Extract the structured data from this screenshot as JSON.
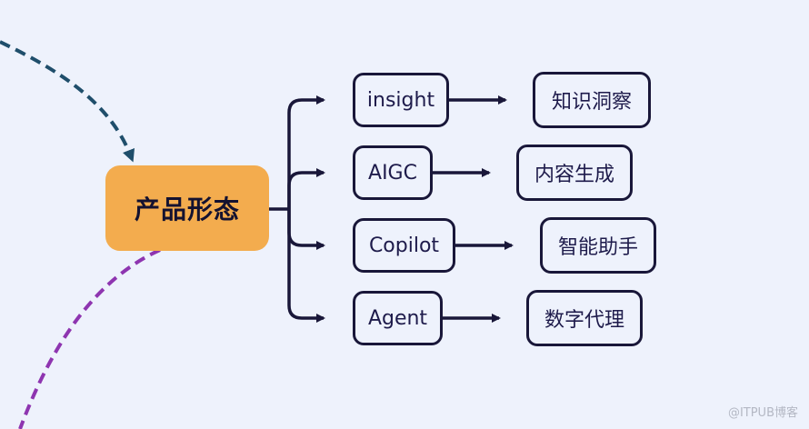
{
  "root": {
    "label": "产品形态"
  },
  "branches": [
    {
      "term": "insight",
      "meaning": "知识洞察"
    },
    {
      "term": "AIGC",
      "meaning": "内容生成"
    },
    {
      "term": "Copilot",
      "meaning": "智能助手"
    },
    {
      "term": "Agent",
      "meaning": "数字代理"
    }
  ],
  "watermark": "@ITPUB博客",
  "colors": {
    "background": "#eef2fc",
    "root_fill": "#f3ac4e",
    "stroke": "#191739",
    "incoming_arrow": "#1f4e6b",
    "outgoing_arrow": "#8e35b0"
  }
}
